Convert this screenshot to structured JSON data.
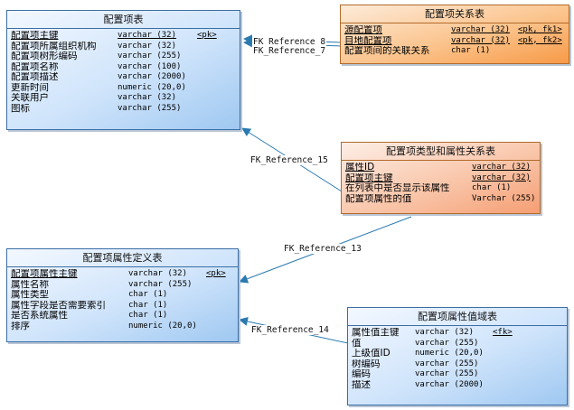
{
  "entities": {
    "config_item": {
      "title": "配置项表",
      "rows": [
        {
          "name": "配置项主键",
          "type": "varchar (32)",
          "key": "<pk>",
          "pk": true
        },
        {
          "name": "配置项所属组织机构",
          "type": "varchar (32)",
          "key": ""
        },
        {
          "name": "配置项树形编码",
          "type": "varchar (255)",
          "key": ""
        },
        {
          "name": "配置项名称",
          "type": "varchar (100)",
          "key": ""
        },
        {
          "name": "配置项描述",
          "type": "varchar (2000)",
          "key": ""
        },
        {
          "name": "更新时间",
          "type": "numeric (20,0)",
          "key": ""
        },
        {
          "name": "关联用户",
          "type": "varchar (32)",
          "key": ""
        },
        {
          "name": "图标",
          "type": "varchar (255)",
          "key": ""
        }
      ]
    },
    "item_relation": {
      "title": "配置项关系表",
      "rows": [
        {
          "name": "源配置项",
          "type": "varchar (32)",
          "key": "<pk, fk1>",
          "pk": true
        },
        {
          "name": "目地配置项",
          "type": "varchar (32)",
          "key": "<pk, fk2>",
          "pk": true
        },
        {
          "name": "配置项间的关联关系",
          "type": "char (1)",
          "key": ""
        }
      ]
    },
    "type_attr_relation": {
      "title": "配置项类型和属性关系表",
      "rows": [
        {
          "name": "属性ID",
          "type": "varchar (32)",
          "key": "",
          "pk": true
        },
        {
          "name": "配置项主键",
          "type": "varchar (32)",
          "key": "",
          "pk": true
        },
        {
          "name": "在列表中是否显示该属性",
          "type": "char (1)",
          "key": ""
        },
        {
          "name": "配置项属性的值",
          "type": "Varchar (255)",
          "key": ""
        }
      ]
    },
    "attr_def": {
      "title": "配置项属性定义表",
      "rows": [
        {
          "name": "配置项属性主键",
          "type": "varchar (32)",
          "key": "<pk>",
          "pk": true
        },
        {
          "name": "属性名称",
          "type": "varchar (255)",
          "key": ""
        },
        {
          "name": "属性类型",
          "type": "char (1)",
          "key": ""
        },
        {
          "name": "属性字段是否需要索引",
          "type": "char (1)",
          "key": ""
        },
        {
          "name": "是否系统属性",
          "type": "char (1)",
          "key": ""
        },
        {
          "name": "排序",
          "type": "numeric (20,0)",
          "key": ""
        }
      ]
    },
    "attr_value_domain": {
      "title": "配置项属性值域表",
      "rows": [
        {
          "name": "属性值主键",
          "type": "varchar (32)",
          "key": "<fk>"
        },
        {
          "name": "值",
          "type": "varchar (255)",
          "key": ""
        },
        {
          "name": "上级值ID",
          "type": "numeric (20,0)",
          "key": ""
        },
        {
          "name": "树编码",
          "type": "varchar (255)",
          "key": ""
        },
        {
          "name": "编码",
          "type": "varchar (255)",
          "key": ""
        },
        {
          "name": "描述",
          "type": "varchar (2000)",
          "key": ""
        }
      ]
    }
  },
  "references": {
    "ref7a": "FK_Reference_7",
    "ref7b": "FK_Reference_8",
    "ref15": "FK_Reference_15",
    "ref13": "FK_Reference_13",
    "ref14": "FK_Reference_14"
  },
  "colors": {
    "line": "#2a7ab0",
    "blue_border": "#3b6ea5",
    "orange_fill": "#f79a47",
    "salmon_fill": "#f59e73"
  }
}
